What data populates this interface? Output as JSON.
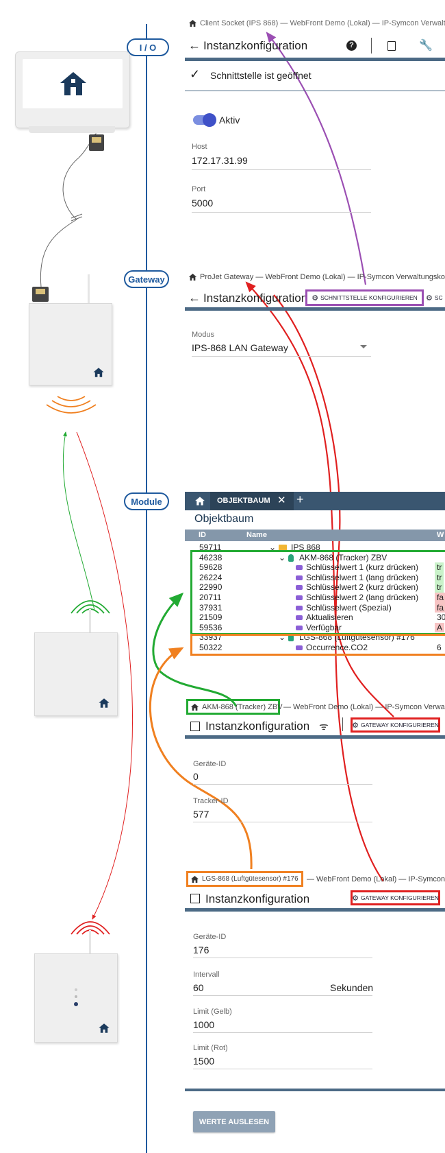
{
  "colors": {
    "blue": "#1f5a9e",
    "purple": "#9b4fb3",
    "red": "#e02020",
    "green": "#22aa33",
    "orange": "#f08020",
    "header": "#3a5670"
  },
  "pills": {
    "io": "I / O",
    "gateway": "Gateway",
    "module": "Module"
  },
  "panel1": {
    "crumb": "Client Socket (IPS 868) — WebFront Demo (Lokal) — IP-Symcon Verwaltungs",
    "title": "Instanzkonfiguration",
    "status": "Schnittstelle ist geöffnet",
    "toggle_label": "Aktiv",
    "host_label": "Host",
    "host_value": "172.17.31.99",
    "port_label": "Port",
    "port_value": "5000"
  },
  "panel2": {
    "crumb": "ProJet Gateway — WebFront Demo (Lokal) — IP-Symcon Verwaltungskonsol",
    "title": "Instanzkonfiguration",
    "button": "SCHNITTSTELLE KONFIGURIEREN",
    "button2": "SC",
    "mode_label": "Modus",
    "mode_value": "IPS-868 LAN Gateway"
  },
  "tree": {
    "tab": "OBJEKTBAUM",
    "plus": "+",
    "heading": "Objektbaum",
    "col_id": "ID",
    "col_name": "Name",
    "col_w": "W",
    "rows": [
      {
        "id": "59711",
        "name": "IPS 868",
        "val": ""
      },
      {
        "id": "46238",
        "name": "AKM-868 (Tracker) ZBV",
        "val": ""
      },
      {
        "id": "59628",
        "name": "Schlüsselwert 1 (kurz drücken)",
        "val": "tr"
      },
      {
        "id": "26224",
        "name": "Schlüsselwert 1 (lang drücken)",
        "val": "tr"
      },
      {
        "id": "22990",
        "name": "Schlüsselwert 2 (kurz drücken)",
        "val": "tr"
      },
      {
        "id": "20711",
        "name": "Schlüsselwert 2 (lang drücken)",
        "val": "fa"
      },
      {
        "id": "37931",
        "name": "Schlüsselwert (Spezial)",
        "val": "fa"
      },
      {
        "id": "21509",
        "name": "Aktualisieren",
        "val": "30"
      },
      {
        "id": "59536",
        "name": "Verfügbar",
        "val": "A"
      },
      {
        "id": "33937",
        "name": "LGS-868 (Luftgütesensor) #176",
        "val": ""
      },
      {
        "id": "50322",
        "name": "Occurrence.CO2",
        "val": "6"
      }
    ]
  },
  "panel3": {
    "crumb_box": "AKM-868 (Tracker) ZBV",
    "crumb_rest": "— WebFront Demo (Lokal) — IP-Symcon Verwaltung",
    "title": "Instanzkonfiguration",
    "button": "GATEWAY KONFIGURIEREN",
    "dev_label": "Geräte-ID",
    "dev_value": "0",
    "tracker_label": "Tracker-ID",
    "tracker_value": "577"
  },
  "panel4": {
    "crumb_box": "LGS-868 (Luftgütesensor) #176",
    "crumb_rest": "— WebFront Demo (Lokal) — IP-Symcon Ver",
    "title": "Instanzkonfiguration",
    "button": "GATEWAY KONFIGURIEREN",
    "dev_label": "Geräte-ID",
    "dev_value": "176",
    "int_label": "Intervall",
    "int_value": "60",
    "int_unit": "Sekunden",
    "yel_label": "Limit (Gelb)",
    "yel_value": "1000",
    "red_label": "Limit (Rot)",
    "red_value": "1500",
    "read_button": "WERTE AUSLESEN"
  }
}
